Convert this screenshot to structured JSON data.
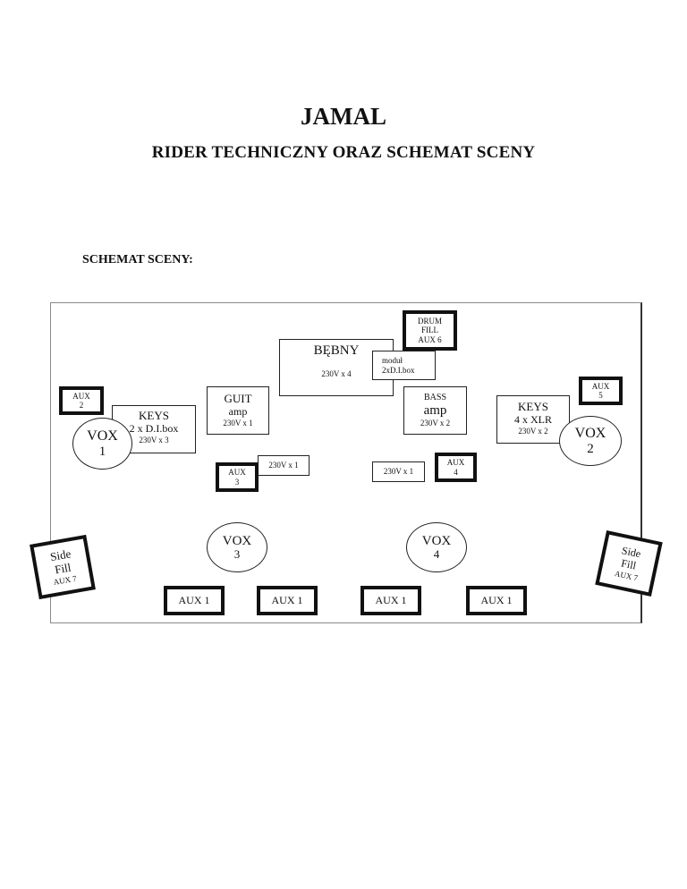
{
  "document": {
    "title": "JAMAL",
    "subtitle": "RIDER TECHNICZNY ORAZ SCHEMAT SCENY",
    "section_heading": "SCHEMAT SCENY:"
  },
  "stage": {
    "drums": {
      "label": "BĘBNY",
      "power": "230V x 4"
    },
    "drum_module": {
      "line1": "moduł",
      "line2": "2xD.I.box"
    },
    "drum_fill": {
      "line1": "DRUM",
      "line2": "FILL",
      "line3": "AUX 6"
    },
    "aux2": {
      "line1": "AUX",
      "line2": "2"
    },
    "keys_left": {
      "line1": "KEYS",
      "line2": "2 x D.I.box",
      "power": "230V x 3"
    },
    "vox1": {
      "line1": "VOX",
      "line2": "1"
    },
    "guit": {
      "line1": "GUIT",
      "line2": "amp",
      "power": "230V x 1"
    },
    "aux3": {
      "line1": "AUX",
      "line2": "3"
    },
    "power_left": "230V x 1",
    "bass": {
      "line1": "BASS",
      "line2": "amp",
      "power": "230V x 2"
    },
    "power_right": "230V x 1",
    "aux4": {
      "line1": "AUX",
      "line2": "4"
    },
    "aux5": {
      "line1": "AUX",
      "line2": "5"
    },
    "keys_right": {
      "line1": "KEYS",
      "line2": "4 x XLR",
      "power": "230V x 2"
    },
    "vox2": {
      "line1": "VOX",
      "line2": "2"
    },
    "vox3": {
      "line1": "VOX",
      "line2": "3"
    },
    "vox4": {
      "line1": "VOX",
      "line2": "4"
    },
    "side_fill_left": {
      "line1": "Side",
      "line2": "Fill",
      "line3": "AUX 7"
    },
    "side_fill_right": {
      "line1": "Side",
      "line2": "Fill",
      "line3": "AUX 7"
    },
    "monitors": [
      "AUX 1",
      "AUX 1",
      "AUX 1",
      "AUX 1"
    ]
  }
}
